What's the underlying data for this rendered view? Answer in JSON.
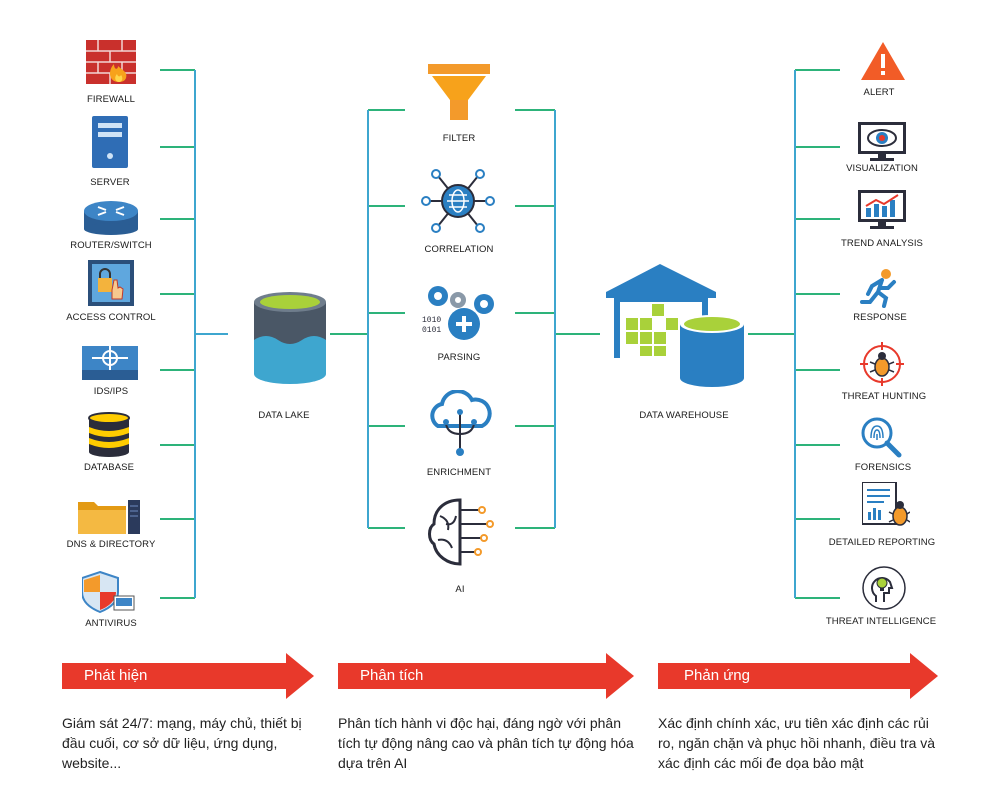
{
  "colors": {
    "wire": "#2db37a",
    "wire_blue": "#3ea6cf",
    "accent": "#e8392b",
    "dark": "#2b2d3b",
    "blue": "#2a7fc2"
  },
  "sources": [
    {
      "label": "FIREWALL",
      "icon": "firewall-icon"
    },
    {
      "label": "SERVER",
      "icon": "server-icon"
    },
    {
      "label": "ROUTER/SWITCH",
      "icon": "router-icon"
    },
    {
      "label": "ACCESS CONTROL",
      "icon": "access-control-icon"
    },
    {
      "label": "IDS/IPS",
      "icon": "ids-ips-icon"
    },
    {
      "label": "DATABASE",
      "icon": "database-icon"
    },
    {
      "label": "DNS & DIRECTORY",
      "icon": "dns-directory-icon"
    },
    {
      "label": "ANTIVIRUS",
      "icon": "antivirus-icon"
    }
  ],
  "data_lake": {
    "label": "DATA LAKE",
    "icon": "data-lake-icon"
  },
  "processing": [
    {
      "label": "FILTER",
      "icon": "filter-icon"
    },
    {
      "label": "CORRELATION",
      "icon": "correlation-icon"
    },
    {
      "label": "PARSING",
      "icon": "parsing-icon"
    },
    {
      "label": "ENRICHMENT",
      "icon": "enrichment-icon"
    },
    {
      "label": "AI",
      "icon": "ai-icon"
    }
  ],
  "data_warehouse": {
    "label": "DATA WAREHOUSE",
    "icon": "data-warehouse-icon"
  },
  "outputs": [
    {
      "label": "ALERT",
      "icon": "alert-icon"
    },
    {
      "label": "VISUALIZATION",
      "icon": "visualization-icon"
    },
    {
      "label": "TREND ANALYSIS",
      "icon": "trend-analysis-icon"
    },
    {
      "label": "RESPONSE",
      "icon": "response-icon"
    },
    {
      "label": "THREAT HUNTING",
      "icon": "threat-hunting-icon"
    },
    {
      "label": "FORENSICS",
      "icon": "forensics-icon"
    },
    {
      "label": "DETAILED REPORTING",
      "icon": "detailed-reporting-icon"
    },
    {
      "label": "THREAT INTELLIGENCE",
      "icon": "threat-intelligence-icon"
    }
  ],
  "stages": [
    {
      "title": "Phát hiện",
      "desc": "Giám sát 24/7: mạng, máy chủ, thiết bị đầu cuối, cơ sở dữ liệu, ứng dụng, website..."
    },
    {
      "title": "Phân tích",
      "desc": "Phân tích hành vi độc hại, đáng ngờ với phân tích tự động nâng cao và phân tích tự động hóa dựa trên AI"
    },
    {
      "title": "Phản ứng",
      "desc": "Xác định chính xác, ưu tiên xác định các rủi ro, ngăn chặn và phục hồi nhanh, điều tra và xác định các mối đe dọa bảo mật"
    }
  ]
}
